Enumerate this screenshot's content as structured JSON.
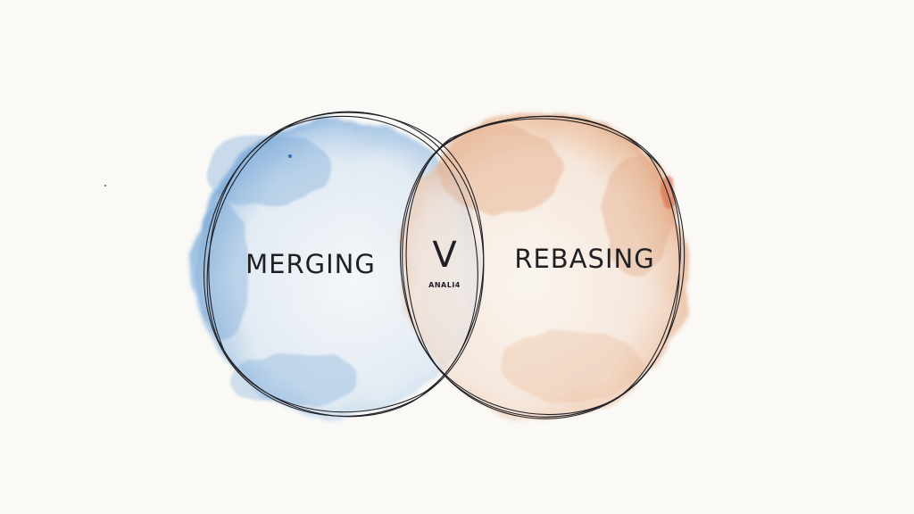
{
  "diagram": {
    "left_label": "MERGING",
    "middle_label": "V",
    "middle_sublabel": "ANALI4",
    "right_label": "REBASING"
  },
  "colors": {
    "left_wash": "#5b95cf",
    "right_wash": "#dfa27a",
    "ink": "#1f1f24",
    "paper": "#faf9f6"
  }
}
